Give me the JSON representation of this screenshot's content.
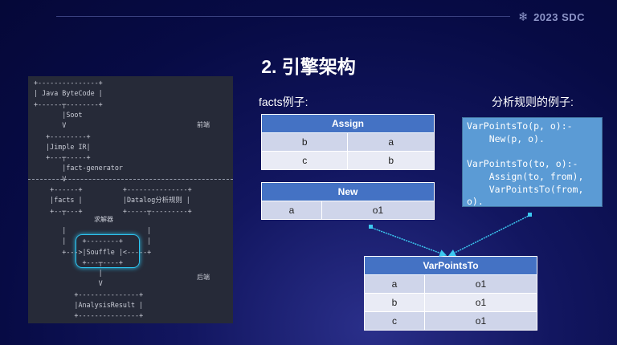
{
  "header": {
    "brand": "2023 SDC",
    "brand_icon": "snowflake-icon"
  },
  "title": "2. 引擎架构",
  "diagram": {
    "lines": [
      "+---------------+",
      "| Java ByteCode |",
      "+------┬--------+",
      "       |Soot",
      "       V",
      "   +---------+",
      "   |Jimple IR|",
      "   +---┬-----+",
      "       |fact-generator",
      "       V",
      "    +------+          +---------------+",
      "    |facts |          |Datalog分析规则 |",
      "    +--┬---+          +-----┬---------+",
      "       |                    |",
      "       |    +--------+      |",
      "       +--->|Souffle |<-----+",
      "            +---┬----+",
      "                |",
      "                V",
      "          +---------------+",
      "          |AnalysisResult |",
      "          +---------------+"
    ],
    "frontend_label": "前端",
    "backend_label": "后端",
    "solver_label": "求解器"
  },
  "facts_label": "facts例子:",
  "rules_label": "分析规则的例子:",
  "assign_table": {
    "header": "Assign",
    "rows": [
      [
        "b",
        "a"
      ],
      [
        "c",
        "b"
      ]
    ]
  },
  "new_table": {
    "header": "New",
    "rows": [
      [
        "a",
        "o1"
      ]
    ]
  },
  "vpt_table": {
    "header": "VarPointsTo",
    "rows": [
      [
        "a",
        "o1"
      ],
      [
        "b",
        "o1"
      ],
      [
        "c",
        "o1"
      ]
    ]
  },
  "rule_code": "VarPointsTo(p, o):-\n    New(p, o).\n\nVarPointsTo(to, o):-\n    Assign(to, from),\n    VarPointsTo(from,\no)."
}
